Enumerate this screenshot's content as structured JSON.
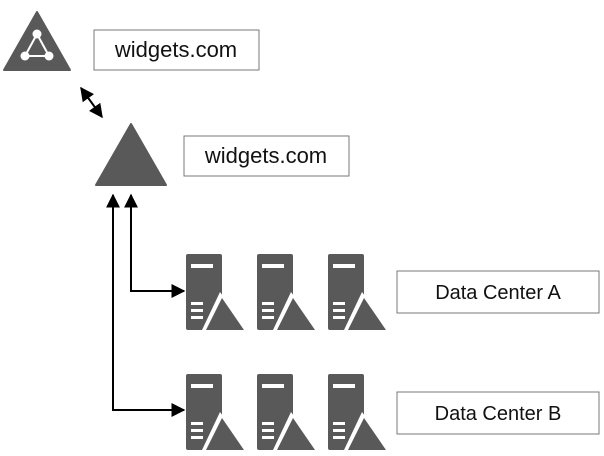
{
  "diagram": {
    "colors": {
      "shape_fill": "#595959",
      "box_stroke": "#7a7a7a",
      "arrow": "#000000",
      "text": "#111111"
    },
    "labels": {
      "root_domain": "widgets.com",
      "gslb_domain": "widgets.com",
      "datacenter_a": "Data Center A",
      "datacenter_b": "Data Center B"
    },
    "icons": {
      "root": "network-triangle-icon",
      "gslb": "triangle-icon",
      "server": "server-with-triangle-icon"
    },
    "datacenters": [
      {
        "name": "Data Center A",
        "server_count": 3
      },
      {
        "name": "Data Center B",
        "server_count": 3
      }
    ]
  }
}
